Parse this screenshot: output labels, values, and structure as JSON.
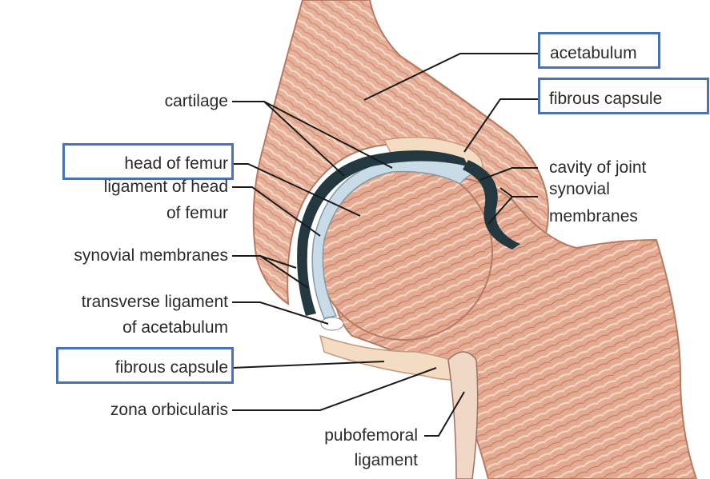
{
  "labels": {
    "acetabulum": "acetabulum",
    "fibrous_capsule_top": "fibrous capsule",
    "cavity_of_joint": "cavity of joint",
    "synovial_right_1": "synovial",
    "synovial_right_2": "membranes",
    "cartilage": "cartilage",
    "head_of_femur": "head of femur",
    "ligament_head_1": "ligament of head",
    "ligament_head_2": "of femur",
    "synovial_left": "synovial membranes",
    "transverse_1": "transverse ligament",
    "transverse_2": "of acetabulum",
    "fibrous_capsule_bottom": "fibrous capsule",
    "zona": "zona orbicularis",
    "pubofemoral_1": "pubofemoral",
    "pubofemoral_2": "ligament"
  },
  "colors": {
    "highlight_box": "#4a72b8",
    "bone": "#e7b39a",
    "bone_dark": "#c98a73",
    "cartilage": "#c9dbe6",
    "synovial": "#24383f",
    "capsule": "#f3dcc2",
    "leader": "#1a1a1a"
  }
}
